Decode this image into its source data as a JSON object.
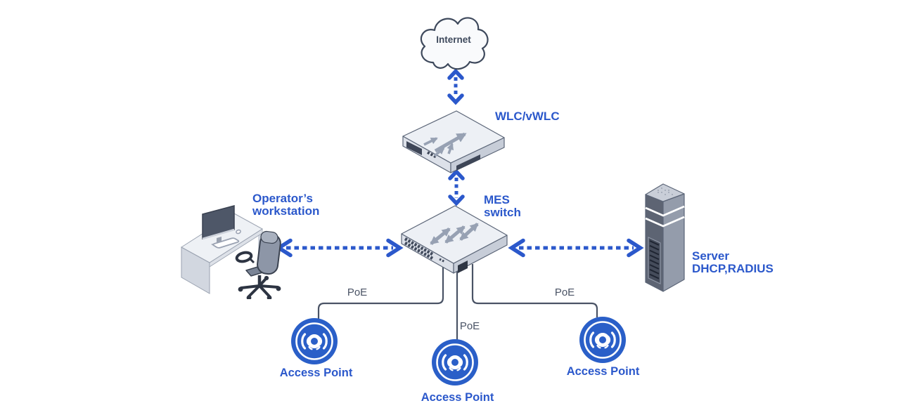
{
  "diagram": {
    "nodes": {
      "internet": {
        "label": "Internet",
        "icon": "cloud-icon"
      },
      "wlc": {
        "label": "WLC/vWLC",
        "icon": "network-controller-icon"
      },
      "mes_switch": {
        "label": "MES\nswitch",
        "icon": "network-switch-icon"
      },
      "workstation": {
        "label": "Operator’s\nworkstation",
        "icon": "desk-workstation-icon"
      },
      "server": {
        "label": "Server\nDHCP,RADIUS",
        "icon": "server-tower-icon"
      },
      "access_point_left": {
        "label": "Access Point",
        "icon": "access-point-icon"
      },
      "access_point_center": {
        "label": "Access Point",
        "icon": "access-point-icon"
      },
      "access_point_right": {
        "label": "Access Point",
        "icon": "access-point-icon"
      }
    },
    "links": {
      "poe_left": {
        "label": "PoE"
      },
      "poe_center": {
        "label": "PoE"
      },
      "poe_right": {
        "label": "PoE"
      }
    },
    "colors": {
      "accent_blue": "#2b58cb",
      "access_point_blue": "#2a5fc8",
      "cable_gray": "#4a5365",
      "text_dark": "#3e495c"
    }
  }
}
